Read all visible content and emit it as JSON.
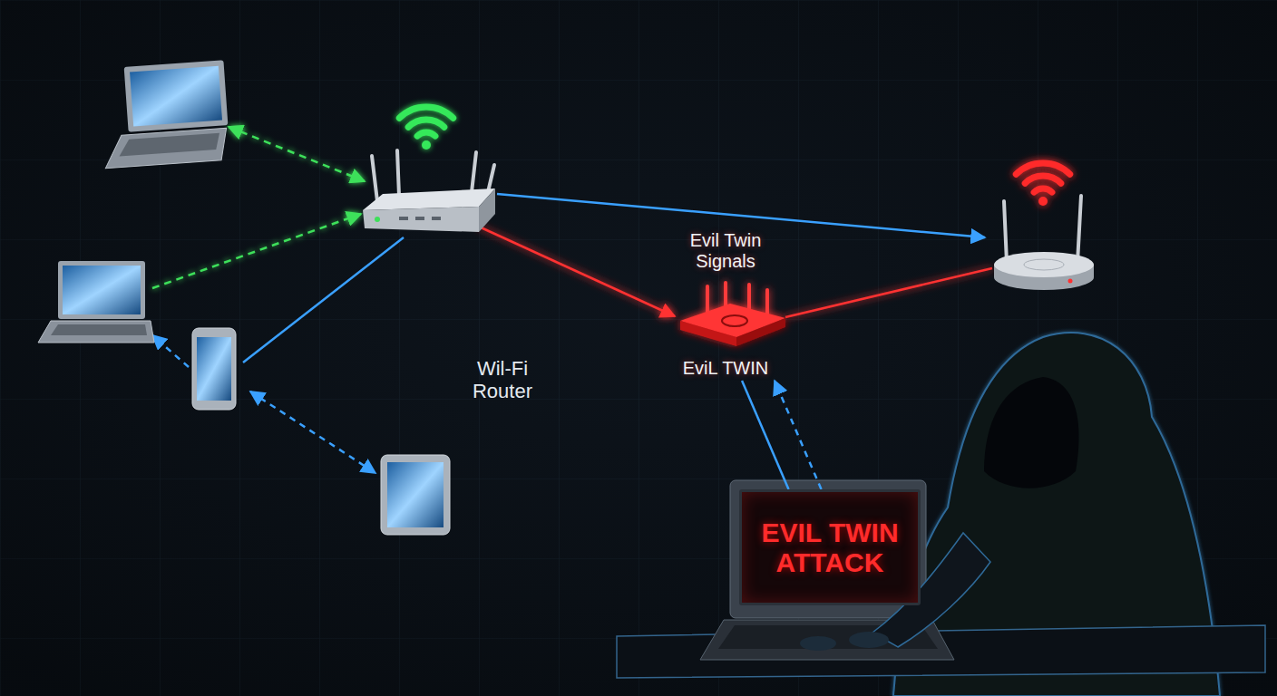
{
  "diagram": {
    "nodes": [
      {
        "text": [
          "Evil Twin Signals",
          "EviL TWIN"
        ]
      },
      {
        "text": [
          "EVIL TWIN ATTACK"
        ]
      }
    ],
    "edges": [
      {
        "from": 1,
        "to": 0,
        "arrow": "none"
      },
      {
        "from": 1,
        "to": 0,
        "arrow": "to"
      }
    ],
    "labels": [
      "Wil-Fi Router"
    ]
  }
}
